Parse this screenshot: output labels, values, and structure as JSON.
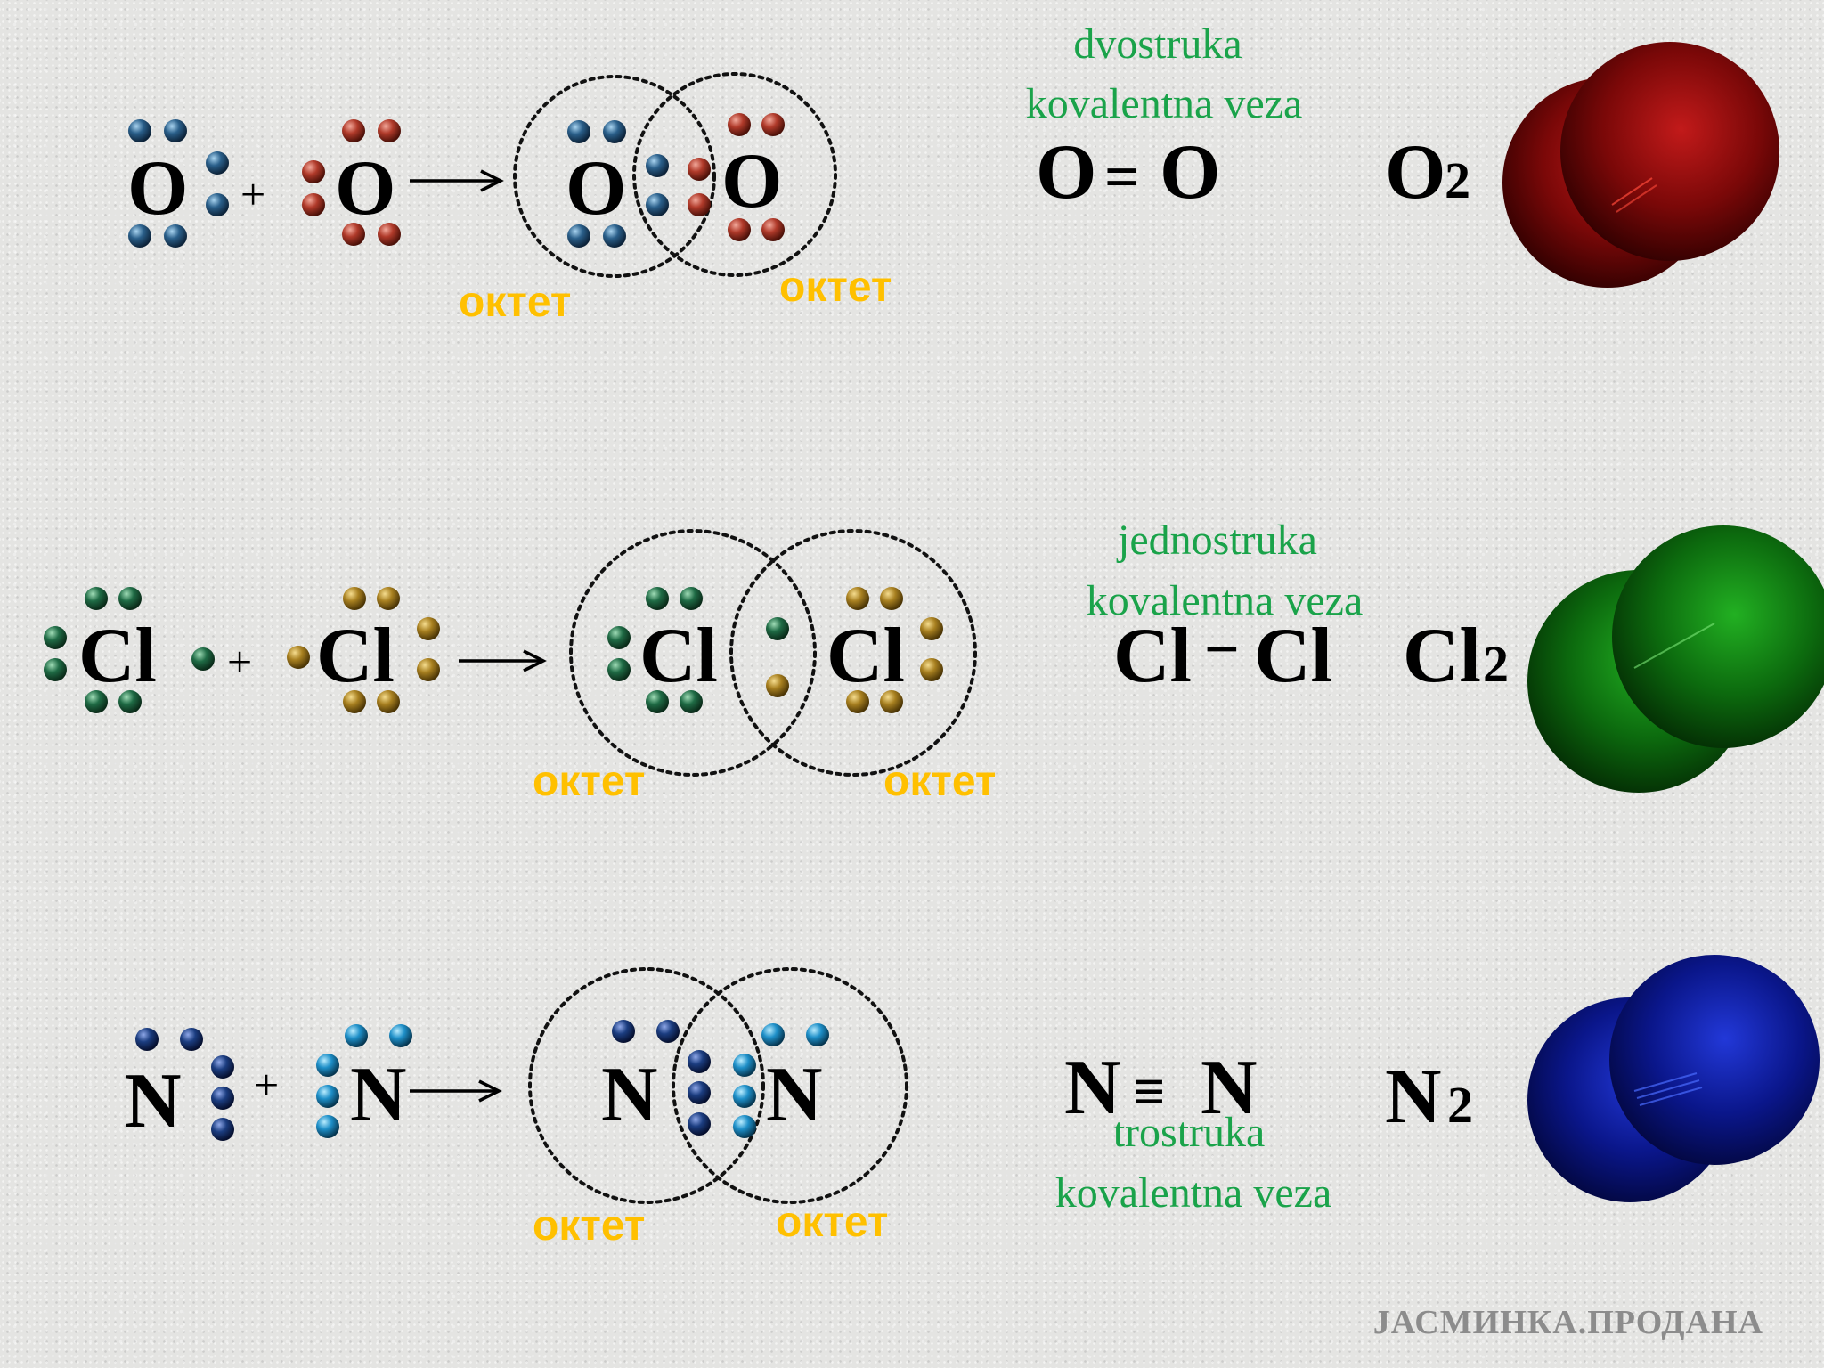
{
  "colors": {
    "oxygen_left": "#2a5f8a",
    "oxygen_right": "#b03a2a",
    "chlorine_left": "#1f6b45",
    "chlorine_right": "#a88020",
    "nitrogen_left": "#1b3d80",
    "nitrogen_right": "#1e8fc8",
    "oktet": "#ffc000",
    "green_text": "#1aa34a",
    "o2_sphere": "#8a0a0a",
    "cl2_sphere": "#0f7f12",
    "n2_sphere": "#0a1a8f"
  },
  "oxygen": {
    "atom_left": "O",
    "atom_right": "O",
    "plus": "+",
    "bonded_left": "O",
    "bonded_right": "O",
    "oktet_left": "октет",
    "oktet_right": "октет",
    "bond_label_line1": "dvostruka",
    "bond_label_line2": "kovalentna veza",
    "structural_left": "O",
    "structural_bond": "=",
    "structural_right": "O",
    "molecule_symbol": "O",
    "molecule_subscript": "2"
  },
  "chlorine": {
    "atom_left": "Cl",
    "atom_right": "Cl",
    "plus": "+",
    "bonded_left": "Cl",
    "bonded_right": "Cl",
    "oktet_left": "октет",
    "oktet_right": "октет",
    "bond_label_line1": "jednostruka",
    "bond_label_line2": "kovalentna veza",
    "structural_left": "Cl",
    "structural_bond": "−",
    "structural_right": "Cl",
    "molecule_symbol": "Cl",
    "molecule_subscript": "2"
  },
  "nitrogen": {
    "atom_left": "N",
    "atom_right": "N",
    "plus": "+",
    "bonded_left": "N",
    "bonded_right": "N",
    "oktet_left": "октет",
    "oktet_right": "октет",
    "bond_label_line1": "trostruka",
    "bond_label_line2": "kovalentna veza",
    "structural_left": "N",
    "structural_bond": "≡",
    "structural_right": "N",
    "molecule_symbol": "N",
    "molecule_subscript": "2"
  },
  "watermark": "JАСМИНКА.ПРОДАНА"
}
